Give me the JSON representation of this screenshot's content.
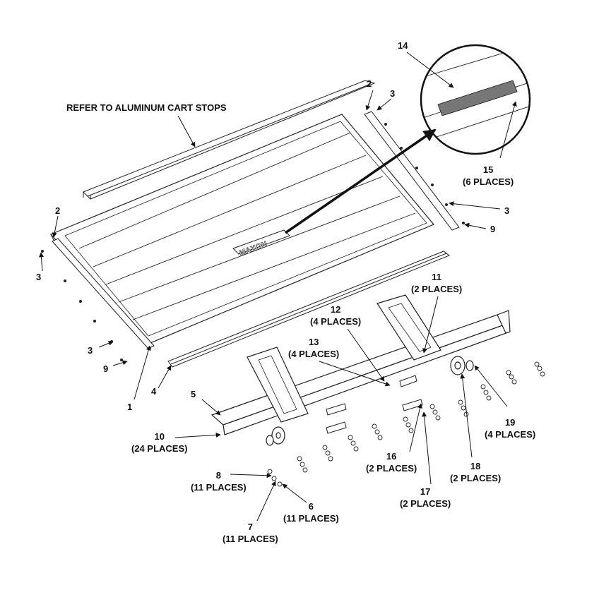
{
  "note": "REFER TO ALUMINUM CART STOPS",
  "logo_text": "MAXON",
  "callouts": {
    "c1": {
      "num": "1",
      "qty": ""
    },
    "c2a": {
      "num": "2",
      "qty": ""
    },
    "c2b": {
      "num": "2",
      "qty": ""
    },
    "c3a": {
      "num": "3",
      "qty": ""
    },
    "c3b": {
      "num": "3",
      "qty": ""
    },
    "c3c": {
      "num": "3",
      "qty": ""
    },
    "c3d": {
      "num": "3",
      "qty": ""
    },
    "c4": {
      "num": "4",
      "qty": ""
    },
    "c5": {
      "num": "5",
      "qty": ""
    },
    "c6": {
      "num": "6",
      "qty": "(11 PLACES)"
    },
    "c7": {
      "num": "7",
      "qty": "(11 PLACES)"
    },
    "c8": {
      "num": "8",
      "qty": "(11 PLACES)"
    },
    "c9a": {
      "num": "9",
      "qty": ""
    },
    "c9b": {
      "num": "9",
      "qty": ""
    },
    "c10": {
      "num": "10",
      "qty": "(24 PLACES)"
    },
    "c11": {
      "num": "11",
      "qty": "(2 PLACES)"
    },
    "c12": {
      "num": "12",
      "qty": "(4 PLACES)"
    },
    "c13": {
      "num": "13",
      "qty": "(4 PLACES)"
    },
    "c14": {
      "num": "14",
      "qty": ""
    },
    "c15": {
      "num": "15",
      "qty": "(6 PLACES)"
    },
    "c16": {
      "num": "16",
      "qty": "(2 PLACES)"
    },
    "c17": {
      "num": "17",
      "qty": "(2 PLACES)"
    },
    "c18": {
      "num": "18",
      "qty": "(2 PLACES)"
    },
    "c19": {
      "num": "19",
      "qty": "(4 PLACES)"
    }
  }
}
